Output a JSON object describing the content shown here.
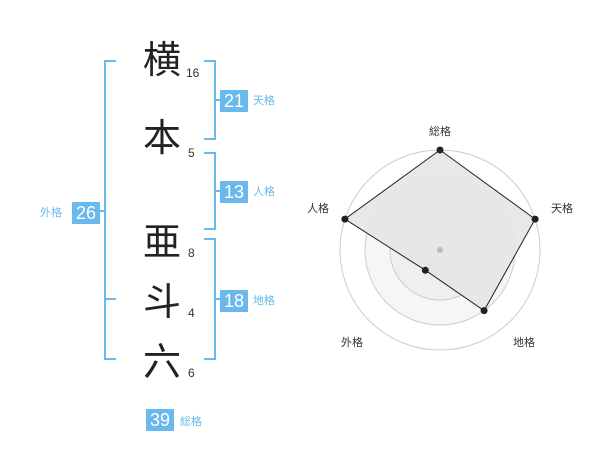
{
  "characters": [
    {
      "char": "横",
      "strokes": "16"
    },
    {
      "char": "本",
      "strokes": "5"
    },
    {
      "char": "亜",
      "strokes": "8"
    },
    {
      "char": "斗",
      "strokes": "4"
    },
    {
      "char": "六",
      "strokes": "6"
    }
  ],
  "kakusu": {
    "tenkaku": {
      "value": "21",
      "label": "天格"
    },
    "jinkaku": {
      "value": "13",
      "label": "人格"
    },
    "chikaku": {
      "value": "18",
      "label": "地格"
    },
    "gaikaku": {
      "value": "26",
      "label": "外格"
    },
    "soukaku": {
      "value": "39",
      "label": "総格"
    }
  },
  "colors": {
    "accent": "#6ab9ec"
  },
  "radar": {
    "axes": [
      "総格",
      "天格",
      "地格",
      "外格",
      "人格"
    ],
    "values": [
      4,
      4,
      3,
      1,
      4
    ],
    "max": 4
  }
}
